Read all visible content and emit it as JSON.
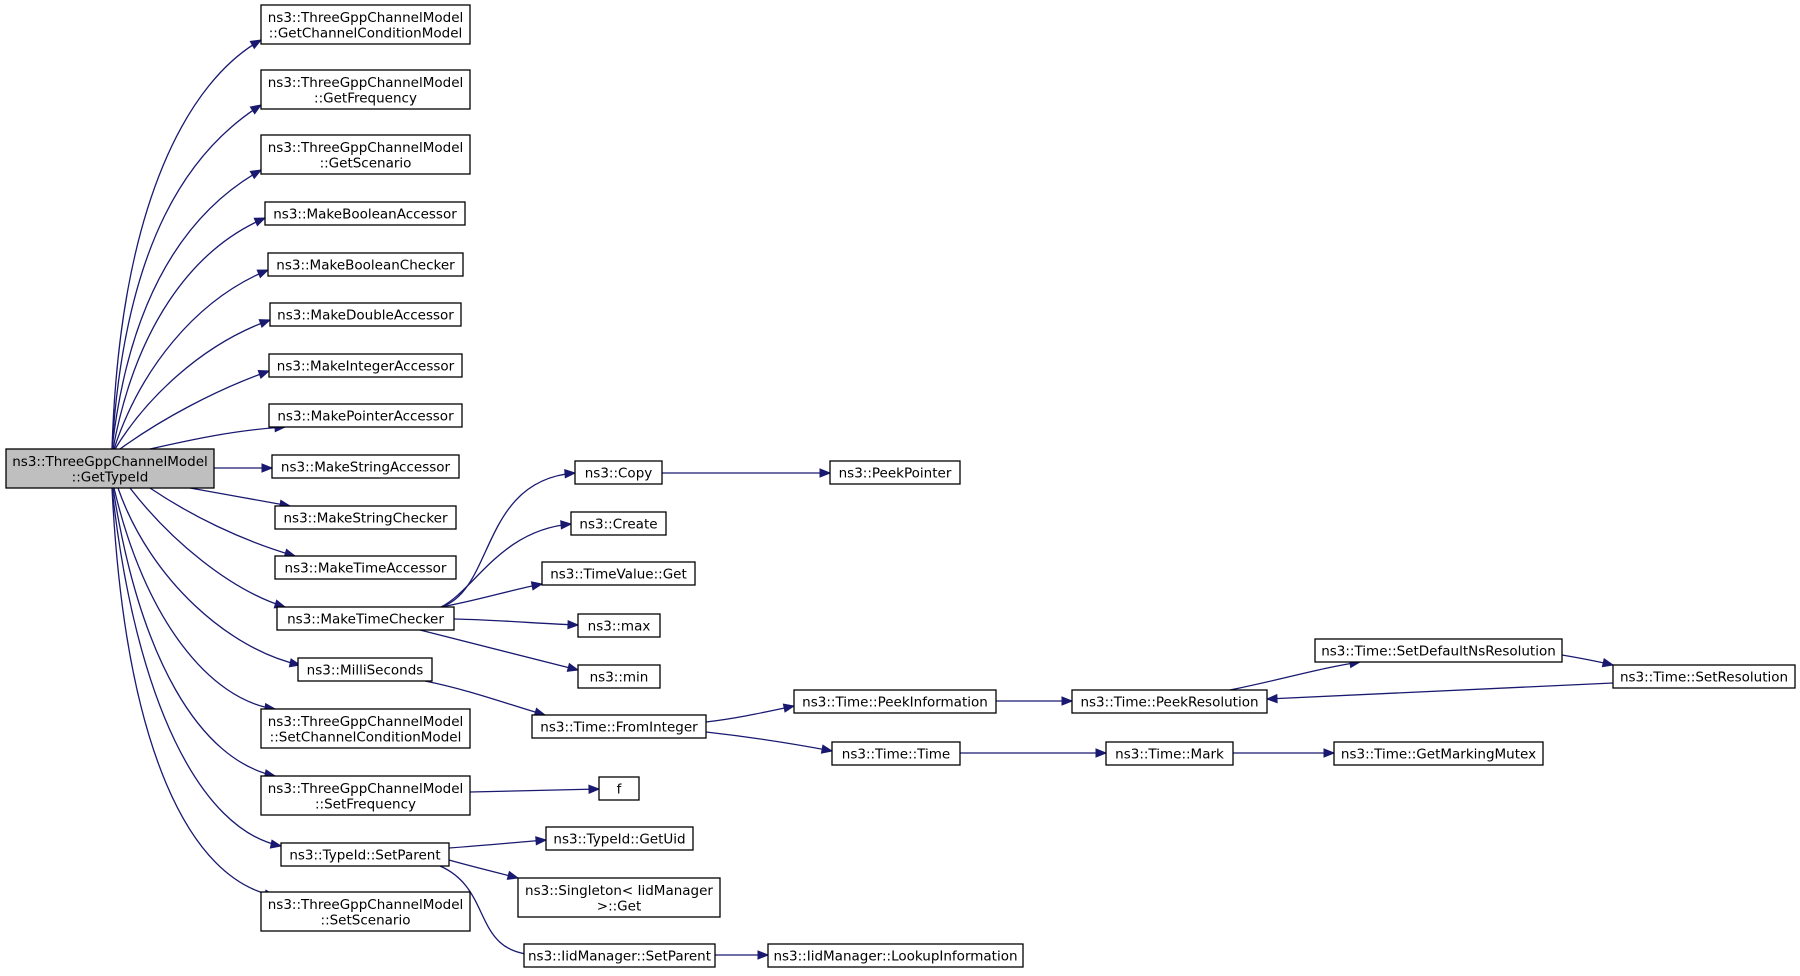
{
  "nodes": [
    {
      "id": "root",
      "lines": [
        "ns3::ThreeGppChannelModel",
        "::GetTypeId"
      ],
      "root": true
    },
    {
      "id": "n_gccm",
      "lines": [
        "ns3::ThreeGppChannelModel",
        "::GetChannelConditionModel"
      ]
    },
    {
      "id": "n_gf",
      "lines": [
        "ns3::ThreeGppChannelModel",
        "::GetFrequency"
      ]
    },
    {
      "id": "n_gs",
      "lines": [
        "ns3::ThreeGppChannelModel",
        "::GetScenario"
      ]
    },
    {
      "id": "n_mba",
      "lines": [
        "ns3::MakeBooleanAccessor"
      ]
    },
    {
      "id": "n_mbc",
      "lines": [
        "ns3::MakeBooleanChecker"
      ]
    },
    {
      "id": "n_mda",
      "lines": [
        "ns3::MakeDoubleAccessor"
      ]
    },
    {
      "id": "n_mia",
      "lines": [
        "ns3::MakeIntegerAccessor"
      ]
    },
    {
      "id": "n_mpa",
      "lines": [
        "ns3::MakePointerAccessor"
      ]
    },
    {
      "id": "n_msa",
      "lines": [
        "ns3::MakeStringAccessor"
      ]
    },
    {
      "id": "n_msc",
      "lines": [
        "ns3::MakeStringChecker"
      ]
    },
    {
      "id": "n_mta",
      "lines": [
        "ns3::MakeTimeAccessor"
      ]
    },
    {
      "id": "n_mtc",
      "lines": [
        "ns3::MakeTimeChecker"
      ]
    },
    {
      "id": "n_ms",
      "lines": [
        "ns3::MilliSeconds"
      ]
    },
    {
      "id": "n_sccm",
      "lines": [
        "ns3::ThreeGppChannelModel",
        "::SetChannelConditionModel"
      ]
    },
    {
      "id": "n_sf",
      "lines": [
        "ns3::ThreeGppChannelModel",
        "::SetFrequency"
      ]
    },
    {
      "id": "n_tsp",
      "lines": [
        "ns3::TypeId::SetParent"
      ]
    },
    {
      "id": "n_ss",
      "lines": [
        "ns3::ThreeGppChannelModel",
        "::SetScenario"
      ]
    },
    {
      "id": "n_copy",
      "lines": [
        "ns3::Copy"
      ]
    },
    {
      "id": "n_create",
      "lines": [
        "ns3::Create"
      ]
    },
    {
      "id": "n_tvget",
      "lines": [
        "ns3::TimeValue::Get"
      ]
    },
    {
      "id": "n_max",
      "lines": [
        "ns3::max"
      ]
    },
    {
      "id": "n_min",
      "lines": [
        "ns3::min"
      ]
    },
    {
      "id": "n_fromint",
      "lines": [
        "ns3::Time::FromInteger"
      ]
    },
    {
      "id": "n_f",
      "lines": [
        "f"
      ]
    },
    {
      "id": "n_getuid",
      "lines": [
        "ns3::TypeId::GetUid"
      ]
    },
    {
      "id": "n_singleton",
      "lines": [
        "ns3::Singleton< IidManager",
        ">::Get"
      ]
    },
    {
      "id": "n_iidsp",
      "lines": [
        "ns3::IidManager::SetParent"
      ]
    },
    {
      "id": "n_peekptr",
      "lines": [
        "ns3::PeekPointer"
      ]
    },
    {
      "id": "n_peekinfo",
      "lines": [
        "ns3::Time::PeekInformation"
      ]
    },
    {
      "id": "n_time",
      "lines": [
        "ns3::Time::Time"
      ]
    },
    {
      "id": "n_lookup",
      "lines": [
        "ns3::IidManager::LookupInformation"
      ]
    },
    {
      "id": "n_peekres",
      "lines": [
        "ns3::Time::PeekResolution"
      ]
    },
    {
      "id": "n_mark",
      "lines": [
        "ns3::Time::Mark"
      ]
    },
    {
      "id": "n_setdef",
      "lines": [
        "ns3::Time::SetDefaultNsResolution"
      ]
    },
    {
      "id": "n_getmm",
      "lines": [
        "ns3::Time::GetMarkingMutex"
      ]
    },
    {
      "id": "n_setres",
      "lines": [
        "ns3::Time::SetResolution"
      ]
    }
  ],
  "edges": [
    {
      "from": "root",
      "to": "n_gccm"
    },
    {
      "from": "root",
      "to": "n_gf"
    },
    {
      "from": "root",
      "to": "n_gs"
    },
    {
      "from": "root",
      "to": "n_mba"
    },
    {
      "from": "root",
      "to": "n_mbc"
    },
    {
      "from": "root",
      "to": "n_mda"
    },
    {
      "from": "root",
      "to": "n_mia"
    },
    {
      "from": "root",
      "to": "n_mpa"
    },
    {
      "from": "root",
      "to": "n_msa"
    },
    {
      "from": "root",
      "to": "n_msc"
    },
    {
      "from": "root",
      "to": "n_mta"
    },
    {
      "from": "root",
      "to": "n_mtc"
    },
    {
      "from": "root",
      "to": "n_ms"
    },
    {
      "from": "root",
      "to": "n_sccm"
    },
    {
      "from": "root",
      "to": "n_sf"
    },
    {
      "from": "root",
      "to": "n_tsp"
    },
    {
      "from": "root",
      "to": "n_ss"
    },
    {
      "from": "n_mtc",
      "to": "n_copy"
    },
    {
      "from": "n_mtc",
      "to": "n_create"
    },
    {
      "from": "n_mtc",
      "to": "n_tvget"
    },
    {
      "from": "n_mtc",
      "to": "n_max"
    },
    {
      "from": "n_mtc",
      "to": "n_min"
    },
    {
      "from": "n_ms",
      "to": "n_fromint"
    },
    {
      "from": "n_sf",
      "to": "n_f"
    },
    {
      "from": "n_tsp",
      "to": "n_getuid"
    },
    {
      "from": "n_tsp",
      "to": "n_singleton"
    },
    {
      "from": "n_tsp",
      "to": "n_iidsp"
    },
    {
      "from": "n_copy",
      "to": "n_peekptr"
    },
    {
      "from": "n_fromint",
      "to": "n_peekinfo"
    },
    {
      "from": "n_fromint",
      "to": "n_time"
    },
    {
      "from": "n_iidsp",
      "to": "n_lookup"
    },
    {
      "from": "n_peekinfo",
      "to": "n_peekres"
    },
    {
      "from": "n_time",
      "to": "n_mark"
    },
    {
      "from": "n_peekres",
      "to": "n_setdef"
    },
    {
      "from": "n_mark",
      "to": "n_getmm"
    },
    {
      "from": "n_setdef",
      "to": "n_setres"
    },
    {
      "from": "n_setres",
      "to": "n_peekres"
    }
  ]
}
